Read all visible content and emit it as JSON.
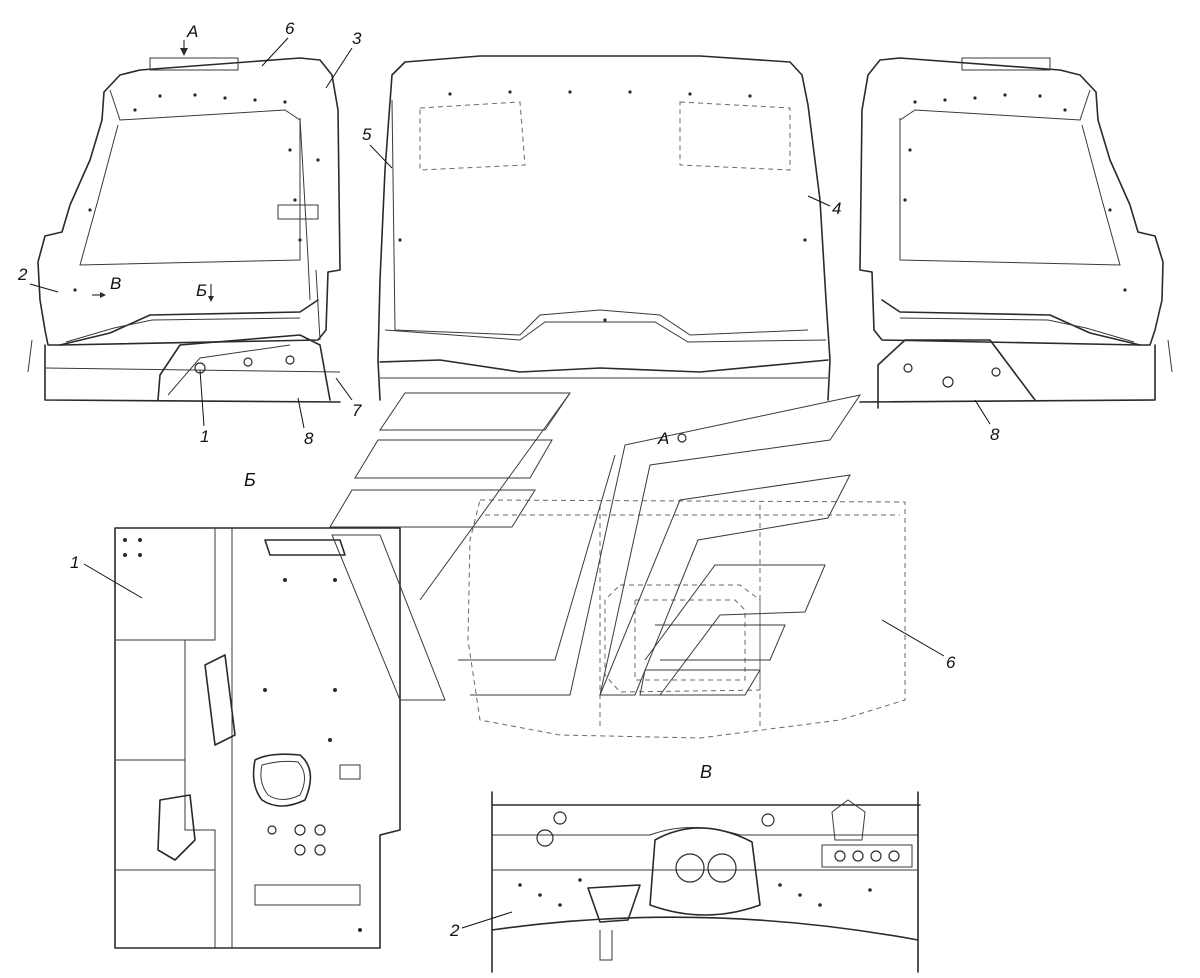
{
  "views": {
    "b_title": "Б",
    "v_title": "В"
  },
  "callouts": {
    "top_a_arrow": "А",
    "c6": "6",
    "c3": "3",
    "c5": "5",
    "c4": "4",
    "c2_left": "2",
    "v_arrow": "В",
    "b_arrow": "Б",
    "c1": "1",
    "c8_left": "8",
    "c7": "7",
    "c8_right": "8",
    "a_roof": "А",
    "c1_detail": "1",
    "c6_roof": "6",
    "c2_detail": "2"
  }
}
